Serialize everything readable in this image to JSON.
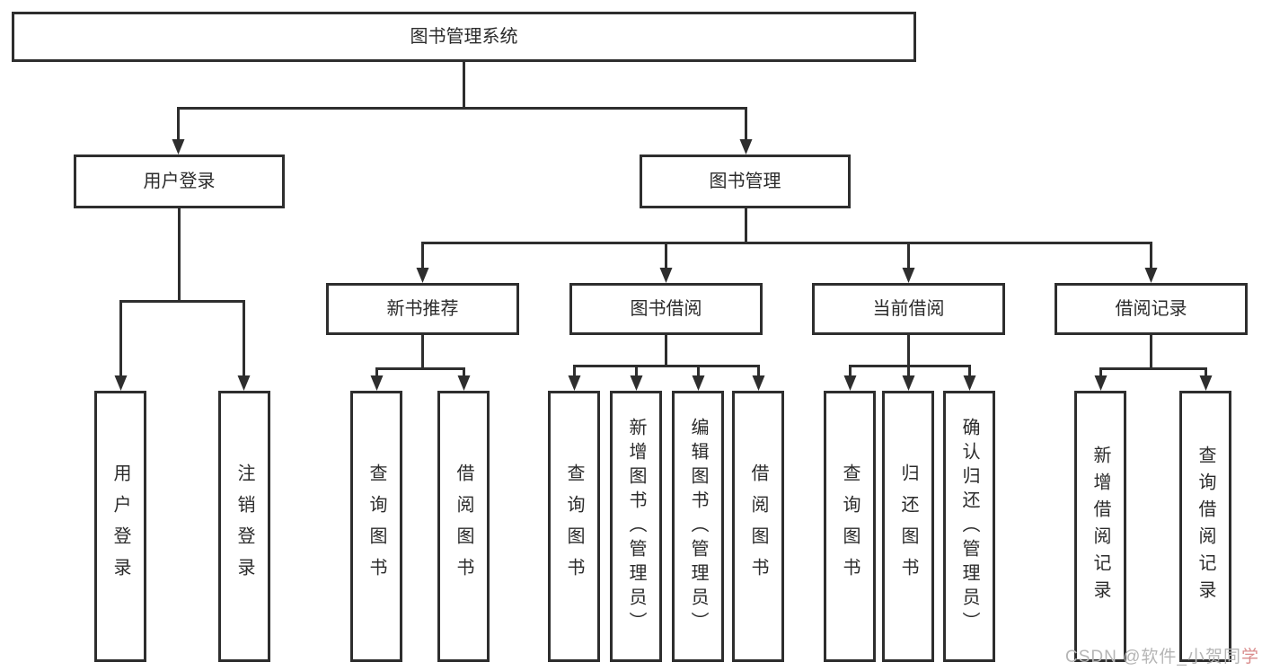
{
  "colors": {
    "line": "#2e2e2e",
    "box_border": "#2e2e2e",
    "box_background": "#ffffff",
    "text": "#2b2b2b",
    "watermark_gray": "#b5b5b5",
    "watermark_pink": "#d98c8c",
    "page_background": "#ffffff"
  },
  "tree": {
    "root": {
      "label": "图书管理系统"
    },
    "branches": [
      {
        "label": "用户登录",
        "children": [
          {
            "label": "用户登录"
          },
          {
            "label": "注销登录"
          }
        ]
      },
      {
        "label": "图书管理",
        "children": [
          {
            "label": "新书推荐",
            "children": [
              {
                "label": "查询图书"
              },
              {
                "label": "借阅图书"
              }
            ]
          },
          {
            "label": "图书借阅",
            "children": [
              {
                "label": "查询图书"
              },
              {
                "label": "新增图书（管理员）"
              },
              {
                "label": "编辑图书（管理员）"
              },
              {
                "label": "借阅图书"
              }
            ]
          },
          {
            "label": "当前借阅",
            "children": [
              {
                "label": "查询图书"
              },
              {
                "label": "归还图书"
              },
              {
                "label": "确认归还（管理员）"
              }
            ]
          },
          {
            "label": "借阅记录",
            "children": [
              {
                "label": "新增借阅记录"
              },
              {
                "label": "查询借阅记录"
              }
            ]
          }
        ]
      }
    ]
  },
  "watermark": {
    "text_gray": "CSDN @软件_小贺同",
    "text_pink": "学"
  }
}
